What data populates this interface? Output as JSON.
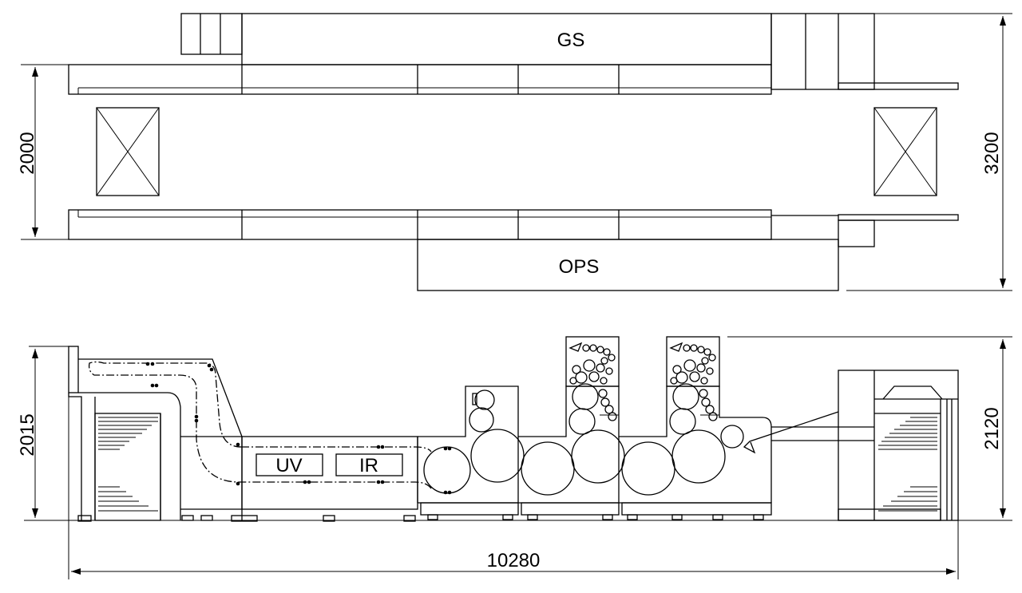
{
  "labels": {
    "gs": "GS",
    "ops": "OPS",
    "uv": "UV",
    "ir": "IR"
  },
  "dimensions": {
    "plan_inner_width": "2000",
    "plan_total_width": "3200",
    "side_height": "2015",
    "side_total_height": "2120",
    "overall_length": "10280"
  }
}
